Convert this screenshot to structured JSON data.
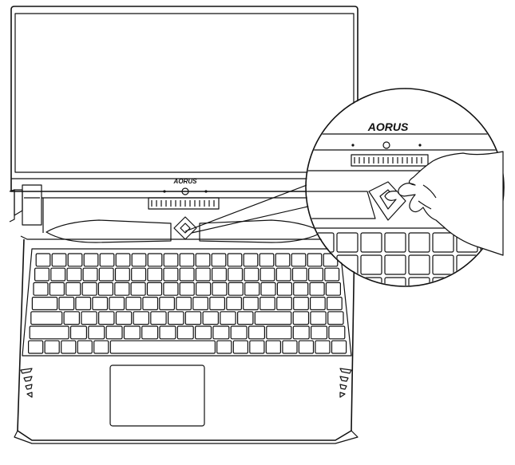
{
  "brand": {
    "logo_text": "AORUS",
    "zoom_logo_text": "AORUS"
  },
  "colors": {
    "line": "#111111",
    "background": "#ffffff"
  },
  "icons": {
    "power_button": "power-button-icon",
    "hand": "pointing-hand-icon",
    "webcam": "webcam-icon",
    "speaker": "speaker-grille-icon",
    "vent": "side-vent-icon"
  },
  "keyboard": {
    "rows": [
      [
        1,
        1,
        1,
        1,
        1,
        1,
        1,
        1,
        1,
        1,
        1,
        1,
        1,
        1,
        1,
        1,
        1,
        1,
        1
      ],
      [
        1,
        1,
        1,
        1,
        1,
        1,
        1,
        1,
        1,
        1,
        1,
        1,
        1,
        1,
        1,
        1,
        1,
        1,
        1
      ],
      [
        1,
        1,
        1,
        1,
        1,
        1,
        1,
        1,
        1,
        1,
        1,
        1,
        1,
        1,
        1,
        1,
        1,
        1,
        1
      ],
      [
        1.6,
        1,
        1,
        1,
        1,
        1,
        1,
        1,
        1,
        1,
        1,
        1,
        1,
        1,
        1,
        1,
        1,
        1
      ],
      [
        1.9,
        1,
        1,
        1,
        1,
        1,
        1,
        1,
        1,
        1,
        1,
        1,
        2.2,
        1,
        1,
        1
      ],
      [
        2.3,
        1,
        1,
        1,
        1,
        1,
        1,
        1,
        1,
        1,
        1,
        1,
        1.5,
        1,
        1,
        1
      ],
      [
        1,
        1,
        1,
        1,
        1,
        6.5,
        1,
        1,
        1,
        1,
        1,
        1,
        1,
        1
      ]
    ],
    "bump_keys": [
      [
        5,
        4
      ],
      [
        5,
        7
      ],
      [
        5,
        14
      ]
    ]
  }
}
